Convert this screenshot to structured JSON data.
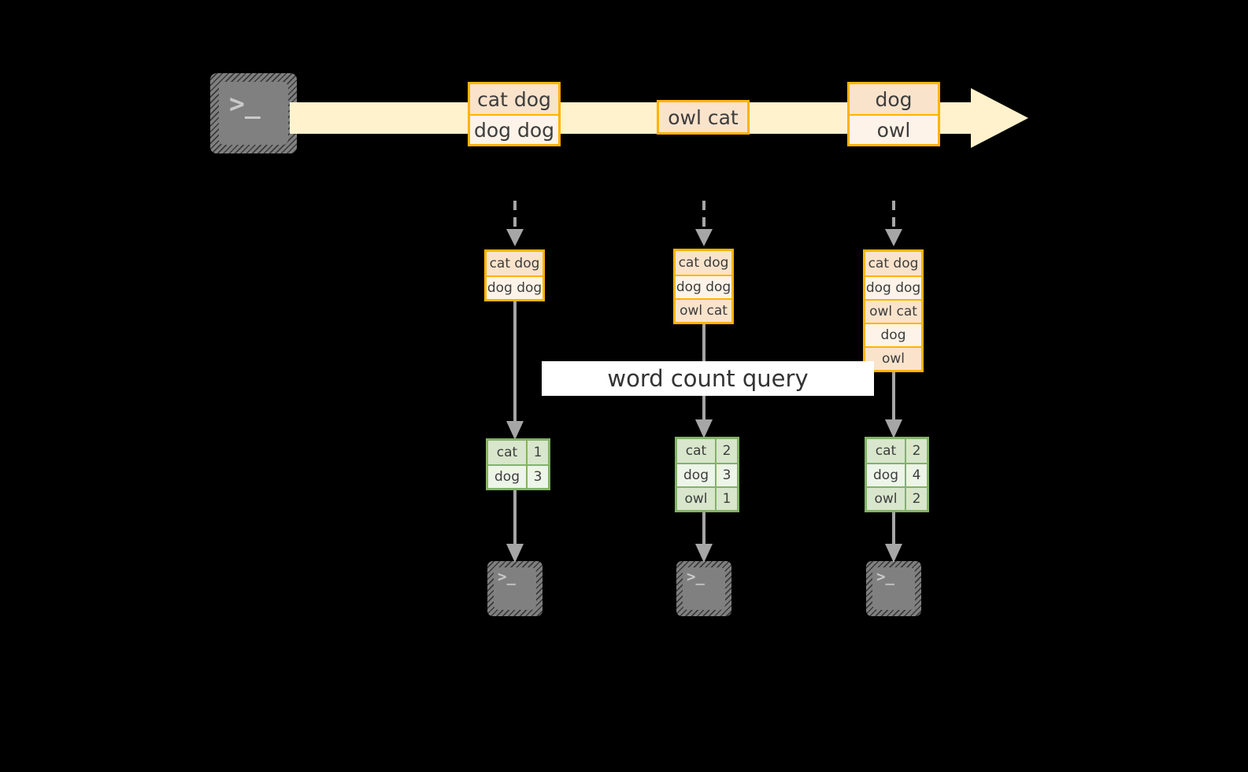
{
  "colors": {
    "background": "#000000",
    "stream_fill": "#FFF2CC",
    "stream_stroke": "#FFB300",
    "event_border": "#FFB300",
    "event_fill_dark": "#FAE3CB",
    "event_fill_light": "#FDF3E8",
    "result_border": "#82B366",
    "result_fill_dark": "#D8E6CC",
    "result_fill_light": "#EDF4E8",
    "connector": "#A6A6A6",
    "terminal_fill": "#808080",
    "banner_fill": "#FFFFFF",
    "text": "#3d3d3d"
  },
  "source": {
    "icon": "terminal-prompt-icon",
    "prompt": ">_"
  },
  "stream": {
    "direction_icon": "right-arrow",
    "groups": [
      {
        "lines": [
          "cat dog",
          "dog dog"
        ]
      },
      {
        "lines": [
          "owl cat"
        ]
      },
      {
        "lines": [
          "dog",
          "owl"
        ]
      }
    ]
  },
  "query": {
    "label": "word count query"
  },
  "columns": [
    {
      "accumulated": [
        "cat dog",
        "dog dog"
      ],
      "result": {
        "rows": [
          {
            "word": "cat",
            "count": "1"
          },
          {
            "word": "dog",
            "count": "3"
          }
        ]
      },
      "sink": {
        "icon": "terminal-prompt-icon",
        "prompt": ">_"
      }
    },
    {
      "accumulated": [
        "cat dog",
        "dog dog",
        "owl cat"
      ],
      "result": {
        "rows": [
          {
            "word": "cat",
            "count": "2"
          },
          {
            "word": "dog",
            "count": "3"
          },
          {
            "word": "owl",
            "count": "1"
          }
        ]
      },
      "sink": {
        "icon": "terminal-prompt-icon",
        "prompt": ">_"
      }
    },
    {
      "accumulated": [
        "cat dog",
        "dog dog",
        "owl cat",
        "dog",
        "owl"
      ],
      "result": {
        "rows": [
          {
            "word": "cat",
            "count": "2"
          },
          {
            "word": "dog",
            "count": "4"
          },
          {
            "word": "owl",
            "count": "2"
          }
        ]
      },
      "sink": {
        "icon": "terminal-prompt-icon",
        "prompt": ">_"
      }
    }
  ]
}
